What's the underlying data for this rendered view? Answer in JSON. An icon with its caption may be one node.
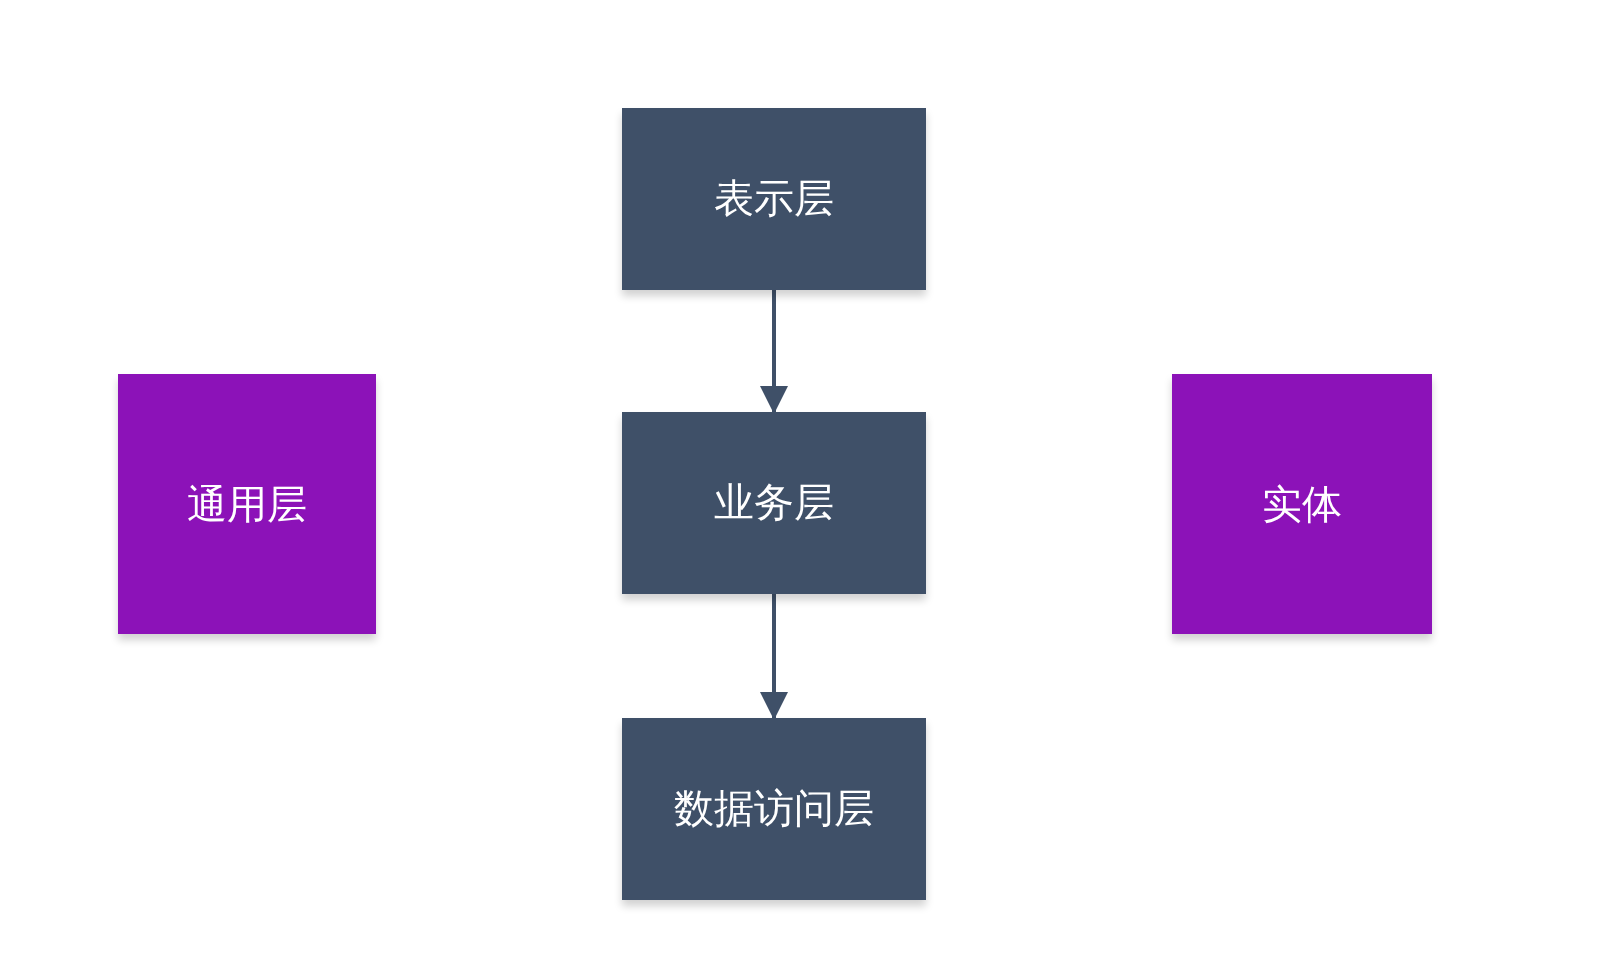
{
  "diagram": {
    "nodes": [
      {
        "text": [
          "表示层"
        ]
      },
      {
        "text": [
          "通用层"
        ]
      },
      {
        "text": [
          "业务层"
        ]
      },
      {
        "text": [
          "实体"
        ]
      },
      {
        "text": [
          "数据访问层"
        ]
      }
    ],
    "edges": [
      {
        "from": 0,
        "to": 2,
        "arrow": "to"
      },
      {
        "from": 2,
        "to": 4,
        "arrow": "to"
      }
    ]
  }
}
